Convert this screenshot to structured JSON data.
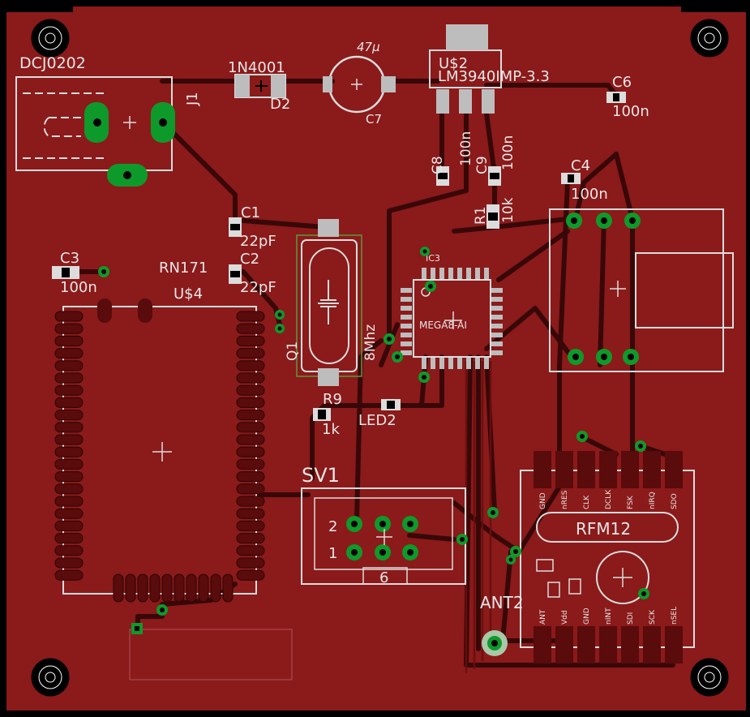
{
  "labels": {
    "dc_jack": "DCJ0202",
    "j1": "J1",
    "diode_part": "1N4001",
    "diode_ref": "D2",
    "cap_value": "47µ",
    "c7": "C7",
    "u2": "U$2",
    "regulator": "LM3940IMP-3.3",
    "c6": "C6",
    "c6_val": "100n",
    "c8": "C8",
    "c8_val": "100n",
    "c9": "C9",
    "c9_val": "100n",
    "c4": "C4",
    "c4_val": "100n",
    "r1": "R1",
    "r1_val": "10k",
    "c1": "C1",
    "c1_val": "22pF",
    "c2": "C2",
    "c2_val": "22pF",
    "c3": "C3",
    "c3_val": "100n",
    "rn171": "RN171",
    "u4": "U$4",
    "q1": "Q1",
    "crystal": "8Mhz",
    "ic3": "IC3",
    "mcu": "MEGA8-AI",
    "r9": "R9",
    "r9_val": "1k",
    "led2": "LED2",
    "sv1": "SV1",
    "sv1_pin2": "2",
    "sv1_pin1": "1",
    "sv1_pin6": "6",
    "rfm12": "RFM12",
    "ant2": "ANT2",
    "rfm_top_pins": [
      "GND",
      "nRES",
      "CLK",
      "DCLK",
      "FSK",
      "nIRQ",
      "SDO"
    ],
    "rfm_bottom_pins": [
      "ANT",
      "Vdd",
      "GND",
      "nINT",
      "SDI",
      "SCK",
      "nSEL"
    ]
  },
  "colors": {
    "board": "#8b1a1a",
    "trace": "#7a1010",
    "pad": "#0e9a2a",
    "silk": "#dcdcdc",
    "background": "#000000"
  }
}
